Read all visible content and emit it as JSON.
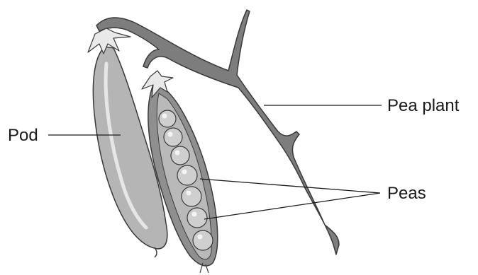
{
  "labels": {
    "pod": "Pod",
    "pea_plant": "Pea plant",
    "peas": "Peas"
  },
  "colors": {
    "stem": "#7d7d7d",
    "pod": "#b5b5b5",
    "pod_shadow": "#8f8f8f",
    "pea": "#cfcfcf",
    "outline": "#3a3a3a",
    "leader_line": "#1a1a1a"
  }
}
